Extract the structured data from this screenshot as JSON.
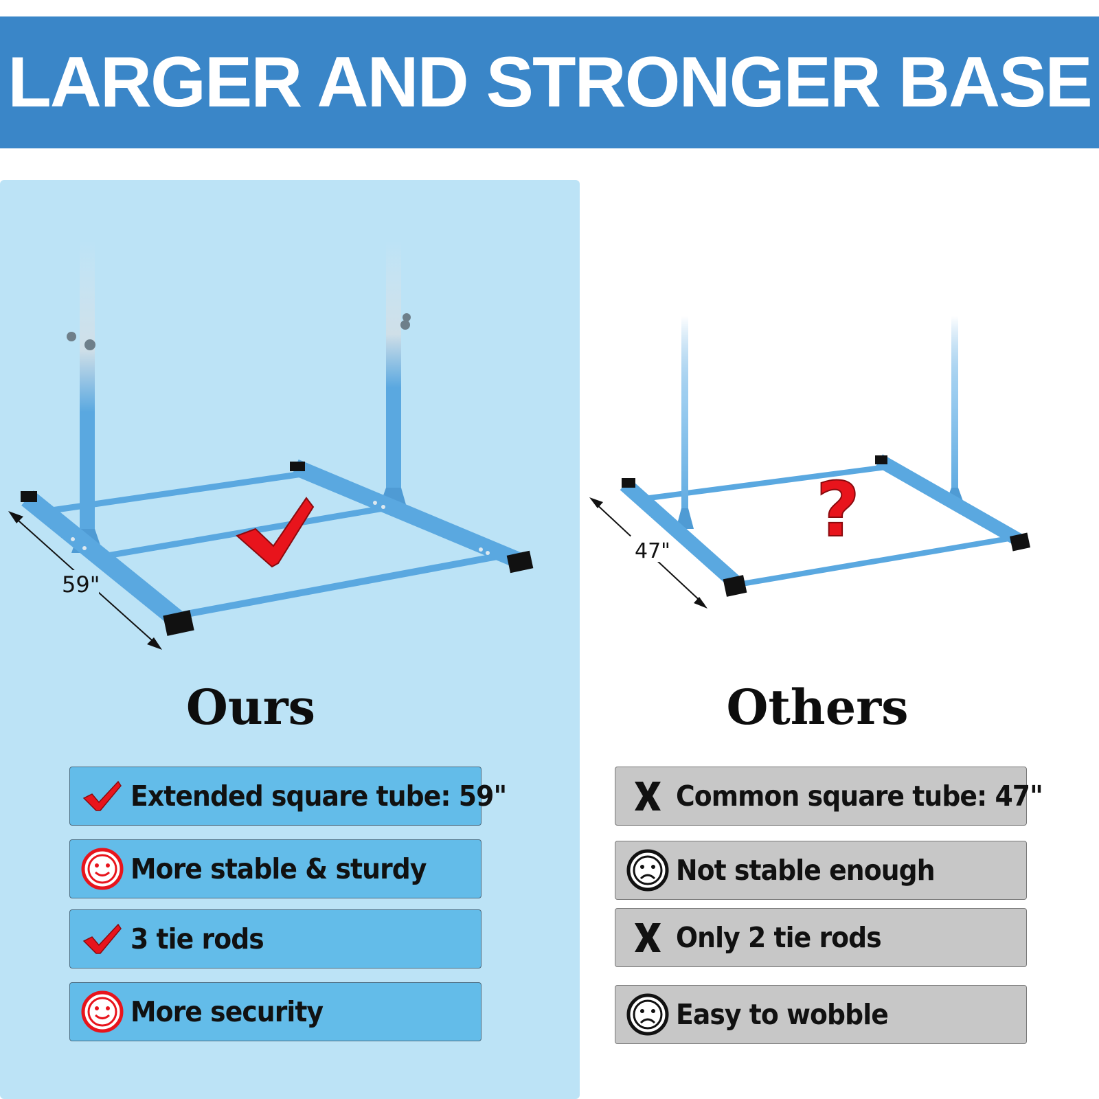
{
  "banner": {
    "title": "LARGER AND STRONGER BASE"
  },
  "ours": {
    "title": "Ours",
    "dimension_label": "59\"",
    "features": [
      {
        "icon": "red-check-icon",
        "text": "Extended square tube: 59\""
      },
      {
        "icon": "smiley-face-icon",
        "text": "More stable & sturdy"
      },
      {
        "icon": "red-check-icon",
        "text": "3 tie rods"
      },
      {
        "icon": "smiley-face-icon",
        "text": "More security"
      }
    ]
  },
  "others": {
    "title": "Others",
    "dimension_label": "47\"",
    "features": [
      {
        "icon": "x-mark-icon",
        "text": "Common square tube: 47\""
      },
      {
        "icon": "sad-face-icon",
        "text": "Not stable enough"
      },
      {
        "icon": "x-mark-icon",
        "text": "Only 2 tie rods"
      },
      {
        "icon": "sad-face-icon",
        "text": "Easy to wobble"
      }
    ]
  },
  "colors": {
    "banner": "#3a86c8",
    "ours_panel": "#bce3f6",
    "ours_box": "#63bce9",
    "others_box": "#c7c7c7",
    "frame_blue": "#5aa8e0",
    "accent_red": "#e8141c"
  }
}
